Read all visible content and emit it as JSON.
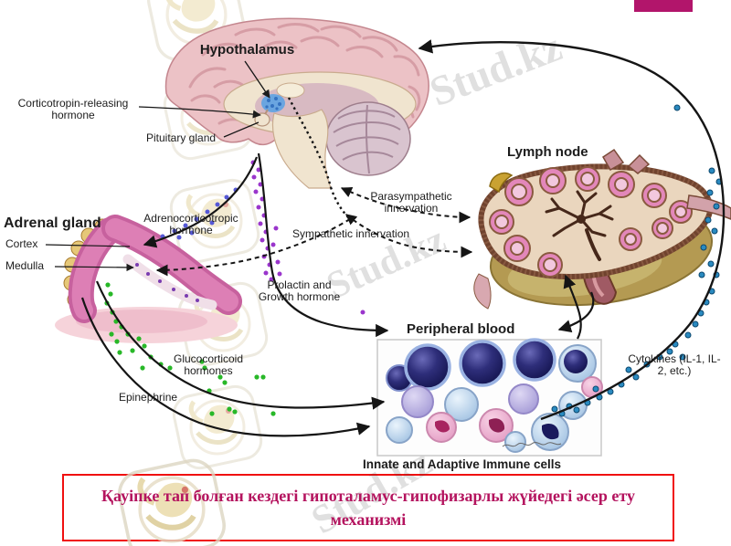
{
  "decor": {
    "corner_block_color": "#b2156b",
    "caption_border_color": "#f01010",
    "caption_text_color": "#b4135e"
  },
  "watermark": {
    "text": "Stud.kz"
  },
  "diagram": {
    "labels": {
      "hypothalamus": "Hypothalamus",
      "crh": "Corticotropin-releasing hormone",
      "pituitary": "Pituitary gland",
      "adrenal": "Adrenal gland",
      "cortex": "Cortex",
      "medulla": "Medulla",
      "acth": "Adrenocorticotropic hormone",
      "parasympathetic": "Parasympathetic innervation",
      "sympathetic": "Sympathetic innervation",
      "prolactin": "Prolactin and Growth hormone",
      "lymph_node": "Lymph node",
      "peripheral_blood": "Peripheral blood",
      "glucocorticoid": "Glucocorticoid hormones",
      "epinephrine": "Epinephrine",
      "cytokines": "Cytokines (IL-1, IL-2, etc.)",
      "immune_cells": "Innate and Adaptive Immune cells"
    }
  },
  "caption": {
    "text": "Қауіпке тап болған кездегі гипоталамус-гипофизарлы жүйедегі әсер ету механизмі"
  }
}
